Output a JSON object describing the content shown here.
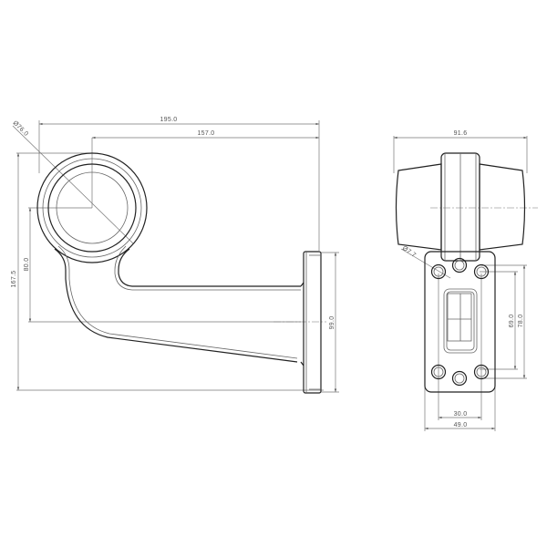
{
  "drawing": {
    "side_view": {
      "dimensions": {
        "overall_width": "195.0",
        "lamp_center_to_mount": "157.0",
        "lens_diameter": "Ø76.0",
        "overall_height": "167.5",
        "lamp_center_drop": "80.0",
        "mount_height": "99.0"
      }
    },
    "front_view": {
      "dimensions": {
        "lamp_width": "91.6",
        "hole_diameter": "Ø7.7",
        "hole_spacing_inner": "69.0",
        "hole_spacing_outer": "78.0",
        "hole_spacing_horizontal": "30.0",
        "base_width": "49.0"
      }
    }
  }
}
